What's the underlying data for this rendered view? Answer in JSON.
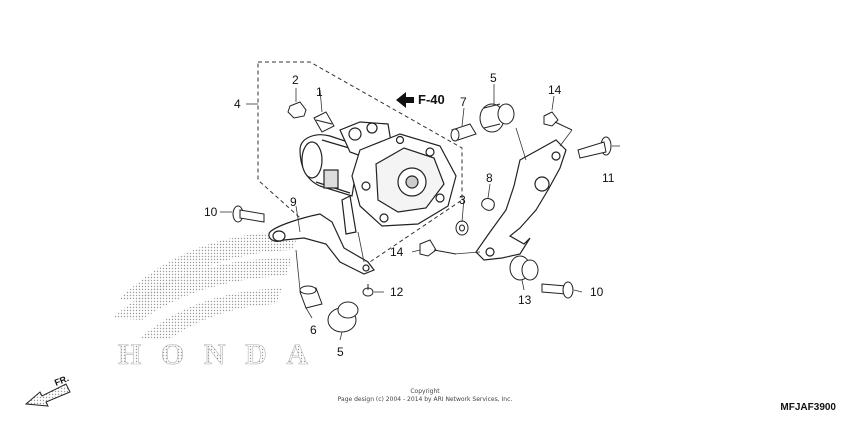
{
  "diagram": {
    "reference": "F-40",
    "direction_label": "FR.",
    "brand_watermark": "HONDA",
    "callouts": [
      "1",
      "2",
      "3",
      "4",
      "5",
      "5",
      "6",
      "7",
      "8",
      "9",
      "10",
      "10",
      "11",
      "12",
      "13",
      "14",
      "14"
    ]
  },
  "footer": {
    "copyright_line1": "Copyright",
    "copyright_line2": "Page design (c) 2004 - 2014 by ARI Network Services, Inc.",
    "diagram_code": "MFJAF3900"
  }
}
